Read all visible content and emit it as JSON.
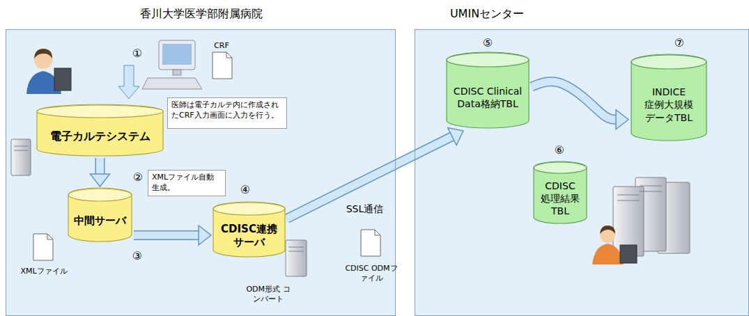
{
  "diagram": {
    "nodes": [
      {
        "text": [
          "香川大学医学部附属病院"
        ]
      },
      {
        "text": [
          "電子カルテシステム"
        ],
        "in": 0
      },
      {
        "text": [
          "医師は電子カルテ内に作成されたCRF入力画面に入力を行う。"
        ],
        "in": 0
      },
      {
        "text": [
          "XMLファイル自動生成。"
        ],
        "in": 0
      },
      {
        "text": [
          "中間サーバ"
        ],
        "in": 0
      },
      {
        "text": [
          "CDISC連携サーバ"
        ],
        "in": 0
      },
      {
        "text": [
          "UMINセンター"
        ]
      },
      {
        "text": [
          "CDISC Clinical Data格納TBL"
        ],
        "in": 6
      },
      {
        "text": [
          "CDISC 処理結果 TBL"
        ],
        "in": 6
      },
      {
        "text": [
          "INDICE 症例大規模 データTBL"
        ],
        "in": 6
      }
    ],
    "edges": [
      {
        "from": 1,
        "to": 4,
        "arrow": "to"
      },
      {
        "from": 4,
        "to": 5,
        "arrow": "to"
      },
      {
        "from": 5,
        "to": 7,
        "label": "SSL通信",
        "arrow": "to"
      },
      {
        "from": 7,
        "to": 9,
        "arrow": "to"
      }
    ],
    "labels": [
      "①",
      "CRF",
      "②",
      "③",
      "④",
      "⑤",
      "⑥",
      "⑦",
      "XMLファイル",
      "ODM形式 コンバート",
      "CDISC ODMファイル"
    ]
  }
}
